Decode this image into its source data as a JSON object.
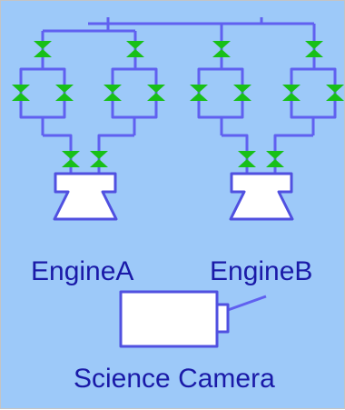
{
  "labels": {
    "engine_a": "EngineA",
    "engine_b": "EngineB",
    "camera": "Science Camera"
  },
  "colors": {
    "background": "#9dc9f9",
    "pipe": "#6060f0",
    "valve": "#18c018",
    "component_fill": "#ffffff",
    "component_stroke": "#5050e0",
    "label_text": "#1a1aa8"
  }
}
